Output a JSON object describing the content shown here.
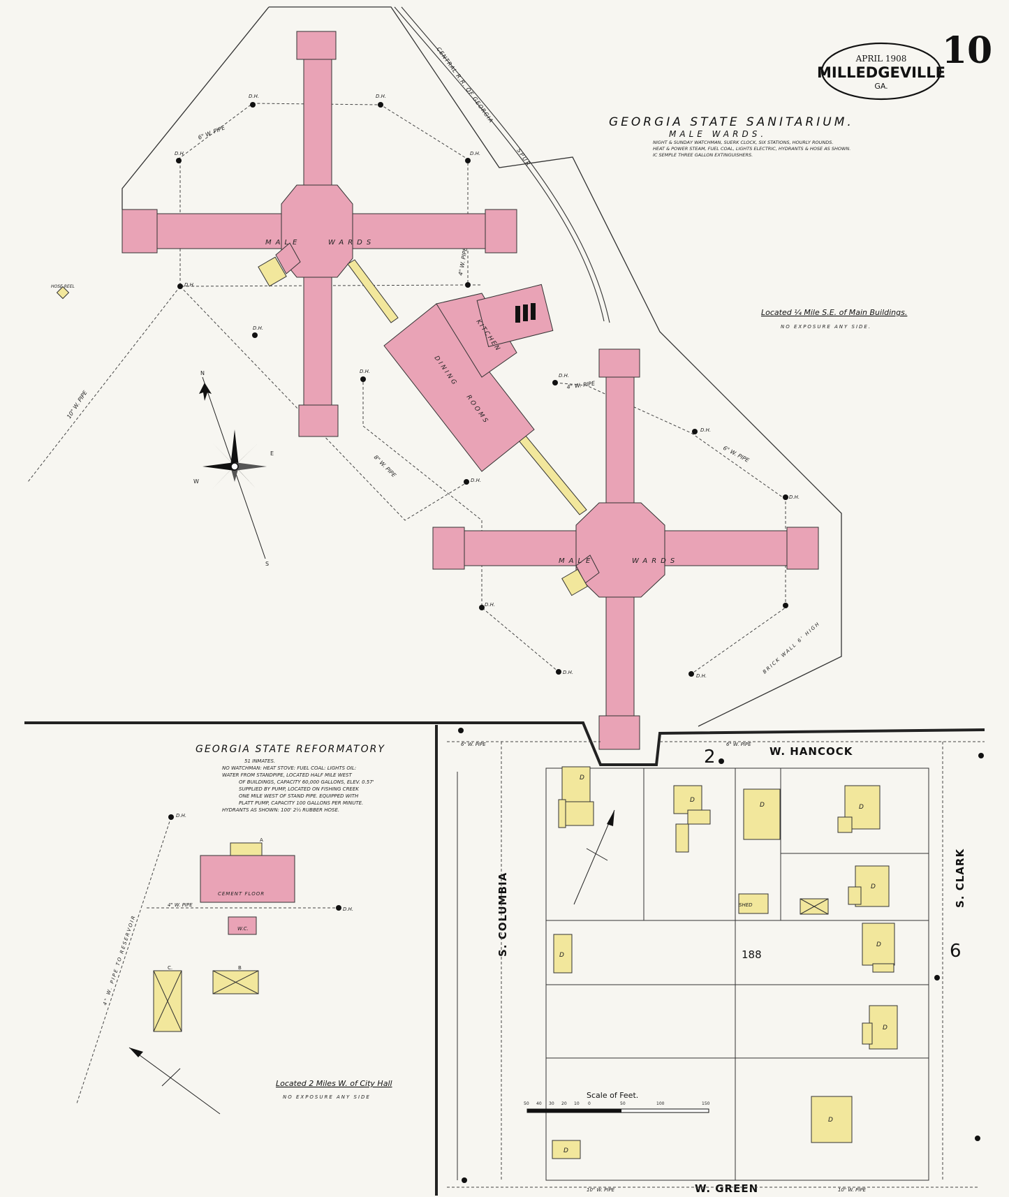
{
  "sheet": {
    "date": "APRIL 1908",
    "city": "MILLEDGEVILLE",
    "state": "GA.",
    "number": "10"
  },
  "sanitarium": {
    "title": "GEORGIA STATE SANITARIUM.",
    "subtitle": "MALE WARDS.",
    "notes": [
      "NIGHT & SUNDAY WATCHMAN, SUERK CLOCK, SIX STATIONS, HOURLY ROUNDS.",
      "HEAT & POWER STEAM, FUEL COAL, LIGHTS ELECTRIC, HYDRANTS & HOSE AS SHOWN.",
      "IC SEMPLE THREE GALLON EXTINGUISHERS."
    ],
    "location": "Located ¼ Mile S.E. of Main Buildings.",
    "exposure": "NO EXPOSURE ANY SIDE.",
    "ward_label_1": "MALE",
    "ward_label_2": "WARDS",
    "kitchen": "KITCHEN",
    "dining_1": "DINING",
    "dining_2": "ROOMS",
    "railroad": "CENTRAL R.R. OF GEORGIA",
    "spur": "SPUR",
    "brick_wall": "BRICK WALL 6' HIGH",
    "hose_reel": "HOSE REEL",
    "hydrant": "D.H.",
    "pipe_6": "6\" W. PIPE",
    "pipe_4": "4\" W. PIPE",
    "pipe_8": "8\" W. PIPE",
    "pipe_10": "10\" W. PIPE"
  },
  "reformatory": {
    "title": "GEORGIA STATE REFORMATORY",
    "notes": [
      "51 INMATES.",
      "NO WATCHMAN: HEAT STOVE: FUEL COAL: LIGHTS OIL:",
      "WATER FROM STANDPIPE, LOCATED HALF MILE WEST",
      "OF BUILDINGS, CAPACITY 60,000 GALLONS, ELEV. 0.57'",
      "SUPPLIED BY PUMP, LOCATED ON FISHING CREEK",
      "ONE MILE WEST OF STAND PIPE. EQUIPPED WITH",
      "PLATT PUMP, CAPACITY 100 GALLONS PER MINUTE.",
      "HYDRANTS AS SHOWN: 100' 2½ RUBBER HOSE."
    ],
    "location": "Located 2 Miles W. of City Hall",
    "exposure": "NO EXPOSURE ANY SIDE",
    "cement_floor": "CEMENT FLOOR",
    "wc": "W.C.",
    "a": "A",
    "b": "B",
    "c": "C.",
    "reservoir_pipe": "4\" W. PIPE TO RESERVOIR",
    "pipe": "4\" W. PIPE"
  },
  "streets": {
    "hancock": "W. HANCOCK",
    "green": "W. GREEN",
    "columbia": "S. COLUMBIA",
    "clark": "S. CLARK",
    "block": "188",
    "sheet_left": "2",
    "sheet_right": "6",
    "shed": "SHED",
    "dwelling": "D"
  },
  "scale": {
    "title": "Scale of Feet.",
    "ticks": [
      "50",
      "40",
      "30",
      "20",
      "10",
      "0",
      "50",
      "100",
      "150"
    ]
  },
  "compass": {
    "n": "N",
    "s": "S",
    "e": "E",
    "w": "W"
  },
  "colors": {
    "brick": "#e9a3b6",
    "frame": "#f2e79c",
    "line": "#2b2b2b",
    "paper": "#f7f6f1"
  }
}
